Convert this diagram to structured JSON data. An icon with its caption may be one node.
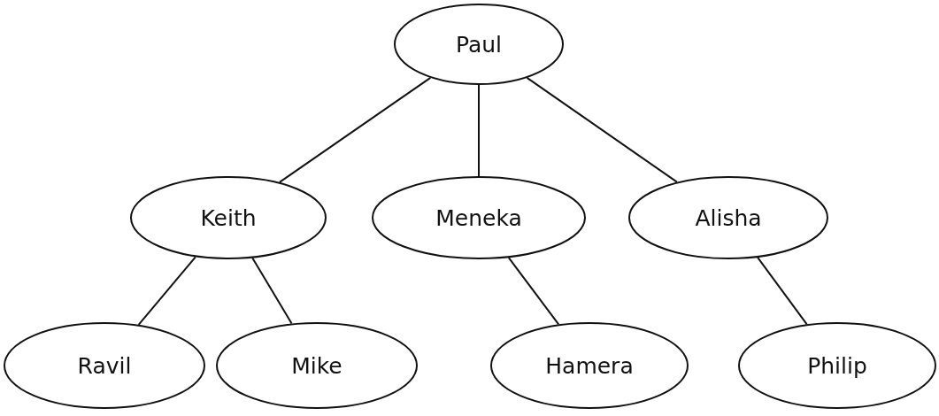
{
  "diagram": {
    "nodes": [
      {
        "text": [
          "Paul"
        ]
      },
      {
        "text": [
          "Keith"
        ]
      },
      {
        "text": [
          "Meneka"
        ]
      },
      {
        "text": [
          "Alisha"
        ]
      },
      {
        "text": [
          "Ravil"
        ]
      },
      {
        "text": [
          "Mike"
        ]
      },
      {
        "text": [
          "Hamera"
        ]
      },
      {
        "text": [
          "Philip"
        ]
      }
    ],
    "edges": [
      {
        "from": 0,
        "to": 1,
        "arrow": "none"
      },
      {
        "from": 0,
        "to": 2,
        "arrow": "none"
      },
      {
        "from": 0,
        "to": 3,
        "arrow": "none"
      },
      {
        "from": 1,
        "to": 4,
        "arrow": "none"
      },
      {
        "from": 1,
        "to": 5,
        "arrow": "none"
      },
      {
        "from": 2,
        "to": 6,
        "arrow": "none"
      },
      {
        "from": 3,
        "to": 7,
        "arrow": "none"
      }
    ]
  }
}
